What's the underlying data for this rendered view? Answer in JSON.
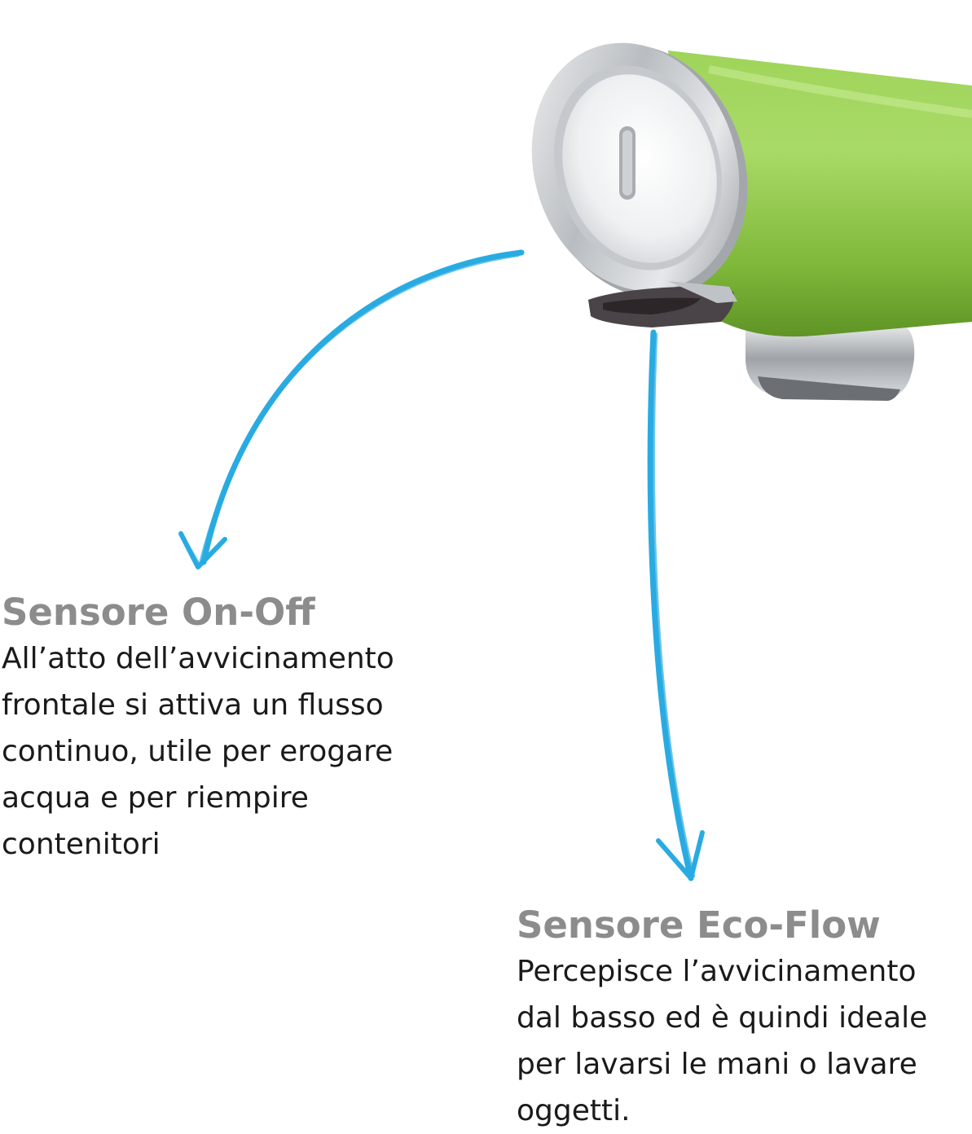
{
  "sensor_on_off": {
    "title": "Sensore On-Off",
    "lines": [
      "All’atto dell’avvicinamento",
      "frontale si attiva un flusso",
      "continuo, utile per erogare",
      "acqua e per riempire",
      "contenitori"
    ]
  },
  "sensor_eco_flow": {
    "title": "Sensore Eco-Flow",
    "lines": [
      "Percepisce l’avvicinamento",
      "dal basso ed è quindi ideale",
      "per lavarsi le mani o lavare",
      "oggetti."
    ]
  },
  "colors": {
    "body_green": "#8cc63f",
    "arrow_blue": "#29abe2",
    "chrome": "#c8cbce",
    "title_gray": "#8c8c8c",
    "text_dark": "#1a1a1a"
  },
  "icons": {
    "faucet": "faucet-illustration",
    "arrow": "hand-drawn-arrow"
  }
}
